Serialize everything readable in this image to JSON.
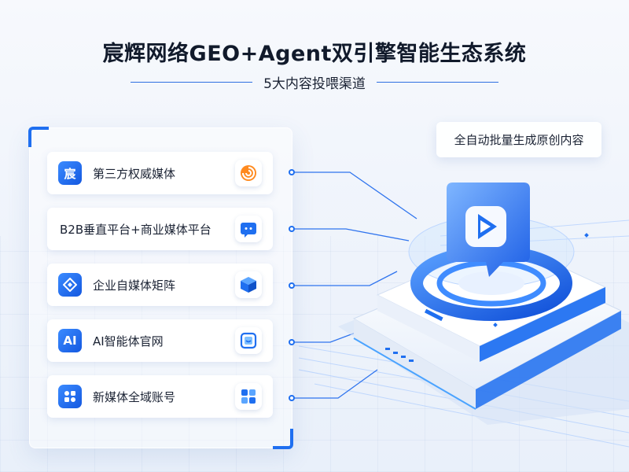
{
  "header": {
    "title": "宸辉网络GEO+Agent双引擎智能生态系统",
    "subtitle": "5大内容投喂渠道"
  },
  "channels": [
    {
      "icon_text": "宸",
      "icon_name": "chenhui-logo-icon",
      "label": "第三方权威媒体",
      "badge_icon": "swirl-media-icon"
    },
    {
      "icon_text": "",
      "icon_name": "none",
      "label": "B2B垂直平台+商业媒体平台",
      "badge_icon": "chat-bubble-icon"
    },
    {
      "icon_text": "",
      "icon_name": "diamond-layers-icon",
      "label": "企业自媒体矩阵",
      "badge_icon": "cube-icon"
    },
    {
      "icon_text": "AI",
      "icon_name": "ai-icon",
      "label": "AI智能体官网",
      "badge_icon": "screen-smile-icon"
    },
    {
      "icon_text": "",
      "icon_name": "flower-grid-icon",
      "label": "新媒体全域账号",
      "badge_icon": "app-grid-icon"
    }
  ],
  "callout": {
    "text": "全自动批量生成原创内容"
  },
  "colors": {
    "accent": "#1f6ff0",
    "title": "#111a2b",
    "background": "#f2f6fc"
  }
}
